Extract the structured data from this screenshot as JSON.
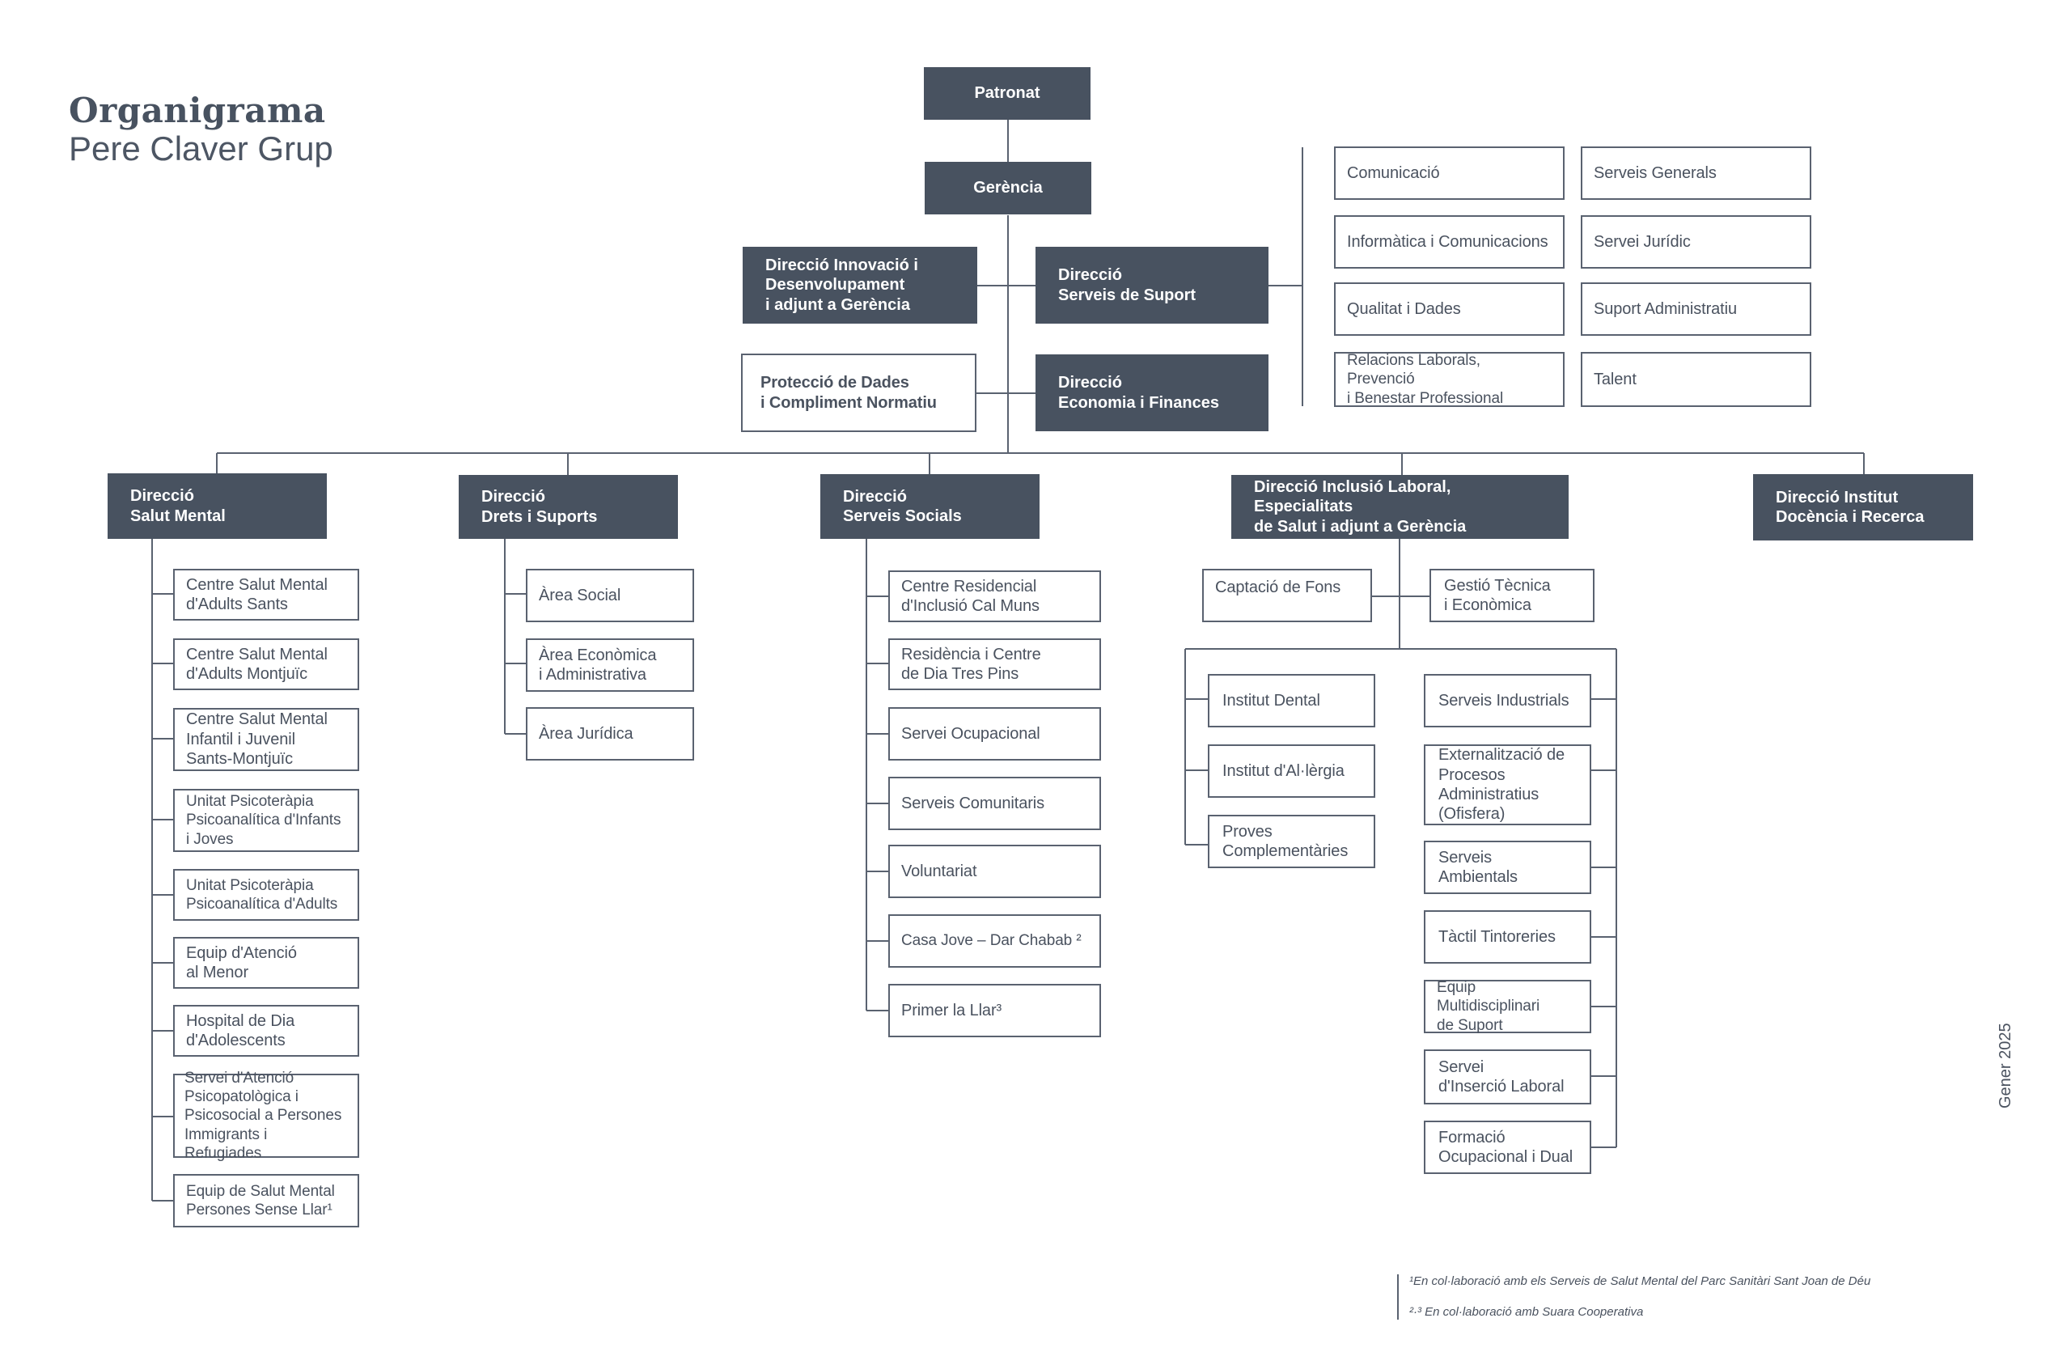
{
  "header": {
    "title": "Organigrama",
    "subtitle": "Pere Claver Grup"
  },
  "top": {
    "patronat": "Patronat",
    "gerencia": "Gerència",
    "innovacio": "Direcció Innovació i\nDesenvolupament\ni adjunt a Gerència",
    "suport": "Direcció\nServeis de Suport",
    "proteccio": "Protecció de Dades\ni Compliment Normatiu",
    "economia": "Direcció\nEconomia i Finances"
  },
  "support_services": [
    "Comunicació",
    "Serveis Generals",
    "Informàtica i Comunicacions",
    "Servei Jurídic",
    "Qualitat i Dades",
    "Suport Administratiu",
    "Relacions Laborals, Prevenció\ni Benestar Professional",
    "Talent"
  ],
  "directions": [
    "Direcció\nSalut Mental",
    "Direcció\nDrets i Suports",
    "Direcció\nServeis Socials",
    "Direcció Inclusió Laboral, Especialitats\nde Salut i adjunt a Gerència",
    "Direcció Institut\nDocència i Recerca"
  ],
  "salut_mental": [
    "Centre Salut Mental\nd'Adults Sants",
    "Centre Salut Mental\nd'Adults Montjuïc",
    "Centre Salut Mental\nInfantil i Juvenil\nSants-Montjuïc",
    "Unitat Psicoteràpia\nPsicoanalítica d'Infants\ni Joves",
    "Unitat Psicoteràpia\nPsicoanalítica d'Adults",
    "Equip d'Atenció\nal Menor",
    "Hospital de Dia\nd'Adolescents",
    "Servei d'Atenció\nPsicopatològica i\nPsicosocial a Persones\nImmigrants i Refugiades",
    "Equip de Salut Mental\nPersones Sense Llar¹"
  ],
  "drets": [
    "Àrea Social",
    "Àrea Econòmica\ni Administrativa",
    "Àrea Jurídica"
  ],
  "socials": [
    "Centre Residencial\nd'Inclusió Cal Muns",
    "Residència i Centre\nde Dia Tres Pins",
    "Servei Ocupacional",
    "Serveis Comunitaris",
    "Voluntariat",
    "Casa Jove – Dar Chabab ²",
    "Primer la Llar³"
  ],
  "inclusio": {
    "captacio": "Captació de Fons",
    "gestio": "Gestió Tècnica\ni Econòmica",
    "left": [
      "Institut Dental",
      "Institut d'Al·lèrgia",
      "Proves\nComplementàries"
    ],
    "right": [
      "Serveis Industrials",
      "Externalització de\nProcesos\nAdministratius\n(Ofisfera)",
      "Serveis\nAmbientals",
      "Tàctil Tintoreries",
      "Equip Multidisciplinari\nde Suport",
      "Servei\nd'Inserció Laboral",
      "Formació\nOcupacional i Dual"
    ]
  },
  "date": "Gener 2025",
  "footnotes": [
    "¹En col·laboració amb els Serveis de Salut Mental del Parc Sanitàri Sant Joan de Déu",
    "²·³ En col·laboració amb Suara Cooperativa"
  ]
}
